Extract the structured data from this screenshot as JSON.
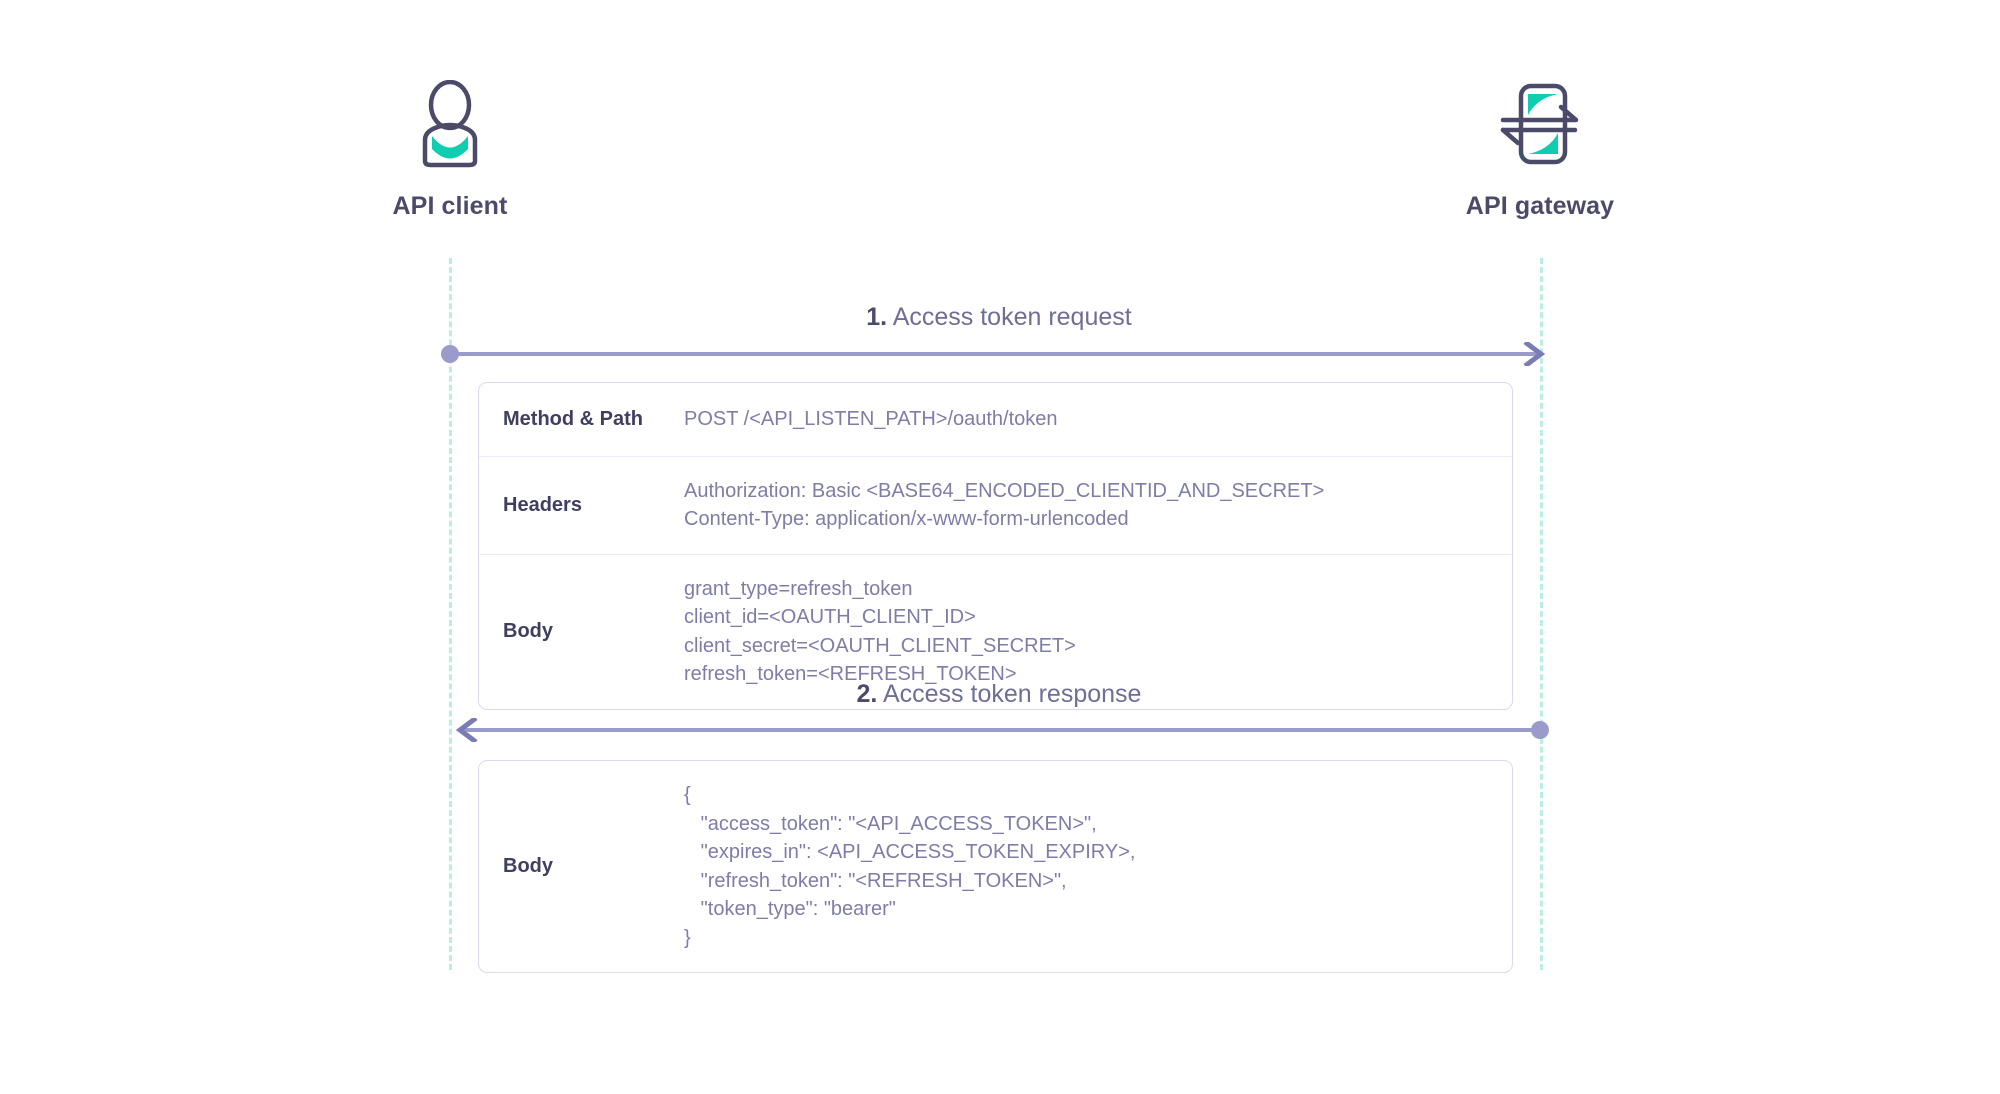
{
  "actors": [
    {
      "id": "api-client",
      "label": "API client",
      "icon": "user-icon"
    },
    {
      "id": "api-gateway",
      "label": "API gateway",
      "icon": "gateway-exchange-icon"
    }
  ],
  "messages": [
    {
      "number": "1.",
      "title": "Access token request",
      "direction": "client-to-gateway",
      "rows": [
        {
          "key": "Method & Path",
          "values": [
            "POST /<API_LISTEN_PATH>/oauth/token"
          ]
        },
        {
          "key": "Headers",
          "values": [
            "Authorization: Basic <BASE64_ENCODED_CLIENTID_AND_SECRET>",
            "Content-Type: application/x-www-form-urlencoded"
          ]
        },
        {
          "key": "Body",
          "values": [
            "grant_type=refresh_token",
            "client_id=<OAUTH_CLIENT_ID>",
            "client_secret=<OAUTH_CLIENT_SECRET>",
            "refresh_token=<REFRESH_TOKEN>"
          ]
        }
      ]
    },
    {
      "number": "2.",
      "title": "Access token response",
      "direction": "gateway-to-client",
      "rows": [
        {
          "key": "Body",
          "values": [
            "{",
            "   \"access_token\": \"<API_ACCESS_TOKEN>\",",
            "   \"expires_in\": <API_ACCESS_TOKEN_EXPIRY>,",
            "   \"refresh_token\": \"<REFRESH_TOKEN>\",",
            "   \"token_type\": \"bearer\"",
            "}"
          ]
        }
      ]
    }
  ],
  "colors": {
    "accent_teal": "#0fcdb0",
    "outline_purple": "#4b4b69",
    "arrow_purple": "#9b9bcb",
    "lifeline_mint": "#b9eee2",
    "value_text": "#7d7da8",
    "card_border": "#ddd9f0"
  }
}
